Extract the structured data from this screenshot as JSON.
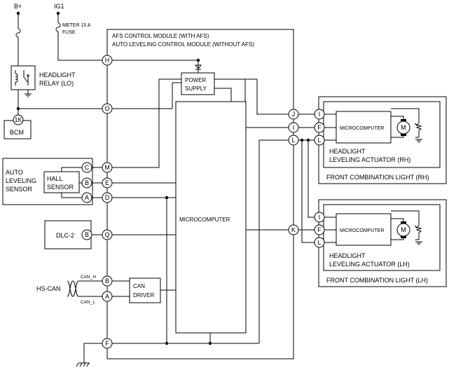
{
  "power": {
    "bplus": "B+",
    "ig1": "IG1",
    "fuse_label_1": "METER 15 A",
    "fuse_label_2": "FUSE"
  },
  "relay": {
    "label_1": "HEADLIGHT",
    "label_2": "RELAY (LO)"
  },
  "bcm": {
    "label": "BCM",
    "pin": "1K"
  },
  "module": {
    "title_1": "AFS CONTROL MODULE (WITH AFS)",
    "title_2": "AUTO LEVELING CONTROL MODULE (WITHOUT AFS)",
    "power_supply_1": "POWER",
    "power_supply_2": "SUPPLY",
    "microcomputer": "MICROCOMPUTER",
    "can_driver_1": "CAN",
    "can_driver_2": "DRIVER",
    "pins": {
      "H": "H",
      "O": "O",
      "M": "M",
      "E": "E",
      "D": "D",
      "Q": "Q",
      "B": "B",
      "A": "A",
      "F": "F",
      "J": "J",
      "I": "I",
      "L": "L",
      "K": "K"
    }
  },
  "sensor": {
    "label_1": "AUTO",
    "label_2": "LEVELING",
    "label_3": "SENSOR",
    "hall_1": "HALL",
    "hall_2": "SENSOR",
    "pins": {
      "C": "C",
      "B": "B",
      "A": "A"
    }
  },
  "dlc": {
    "label": "DLC-2",
    "pin": "B"
  },
  "hscan": {
    "label": "HS-CAN",
    "can_h": "CAN_H",
    "can_l": "CAN_L"
  },
  "rh": {
    "microcomputer": "MICROCOMPUTER",
    "motor": "M",
    "actuator_1": "HEADLIGHT",
    "actuator_2": "LEVELING ACTUATOR (RH)",
    "light": "FRONT COMBINATION LIGHT (RH)",
    "pins": {
      "I": "I",
      "F": "F",
      "L": "L"
    }
  },
  "lh": {
    "microcomputer": "MICROCOMPUTER",
    "motor": "M",
    "actuator_1": "HEADLIGHT",
    "actuator_2": "LEVELING ACTUATOR (LH)",
    "light": "FRONT COMBINATION LIGHT (LH)",
    "pins": {
      "I": "I",
      "F": "F",
      "L": "L"
    }
  }
}
